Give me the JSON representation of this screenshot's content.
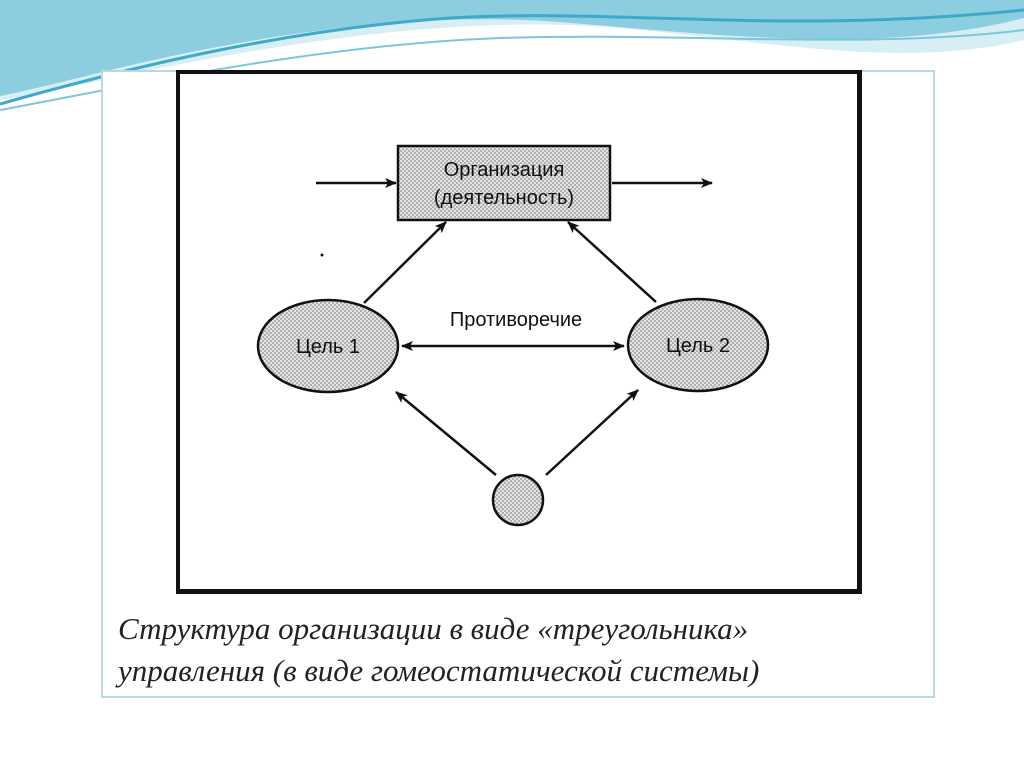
{
  "diagram": {
    "organization_label_line1": "Организация",
    "organization_label_line2": "(деятельность)",
    "contradiction_label": "Противоречие",
    "goal1_label": "Цель 1",
    "goal2_label": "Цель 2"
  },
  "caption": {
    "line1": "Структура организации в виде «треугольника»",
    "line2": "управления (в виде гомеостатической системы)"
  },
  "colors": {
    "wave_light": "#cfe8f0",
    "wave_accent": "#3fa9c9",
    "frame_border": "#bcd6e2",
    "ink": "#111111"
  }
}
